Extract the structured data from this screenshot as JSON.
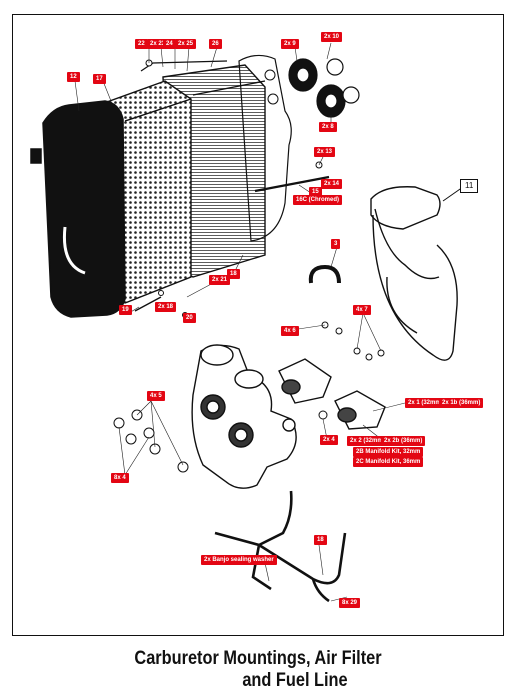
{
  "diagram": {
    "caption": {
      "line1": "Carburetor Mountings, Air Filter",
      "line2": "and Fuel Line"
    },
    "reference_number": "11",
    "part_tags": {
      "t22": "22",
      "t2x23": "2x 23",
      "t24": "24",
      "t2x25": "2x 25",
      "t26": "26",
      "t12": "12",
      "t17": "17",
      "t2x9": "2x 9",
      "t2x10": "2x 10",
      "t2x8": "2x 8",
      "t2x13": "2x 13",
      "t2x14": "2x 14",
      "t15": "15",
      "t16c": "16C (Chromed)",
      "t18": "18",
      "t2x21": "2x 21",
      "t19": "19",
      "t2x18": "2x 18",
      "t20": "20",
      "t3": "3",
      "t4x6": "4x 6",
      "t4x7": "4x 7",
      "t4x5": "4x 5",
      "t2x1": "2x 1 (32mm)",
      "t2x1b": "2x 1b (36mm)",
      "t2x4": "2x 4",
      "t2x2": "2x 2 (32mm)",
      "t2x2b": "2x 2b (36mm)",
      "t2b": "2B Manifold Kit, 32mm",
      "t2c": "2C Manifold Kit, 36mm",
      "t8x4": "8x 4",
      "t2xbanjo": "2x Banjo sealing washer",
      "t18b": "18",
      "t8x29": "8x 29"
    }
  }
}
